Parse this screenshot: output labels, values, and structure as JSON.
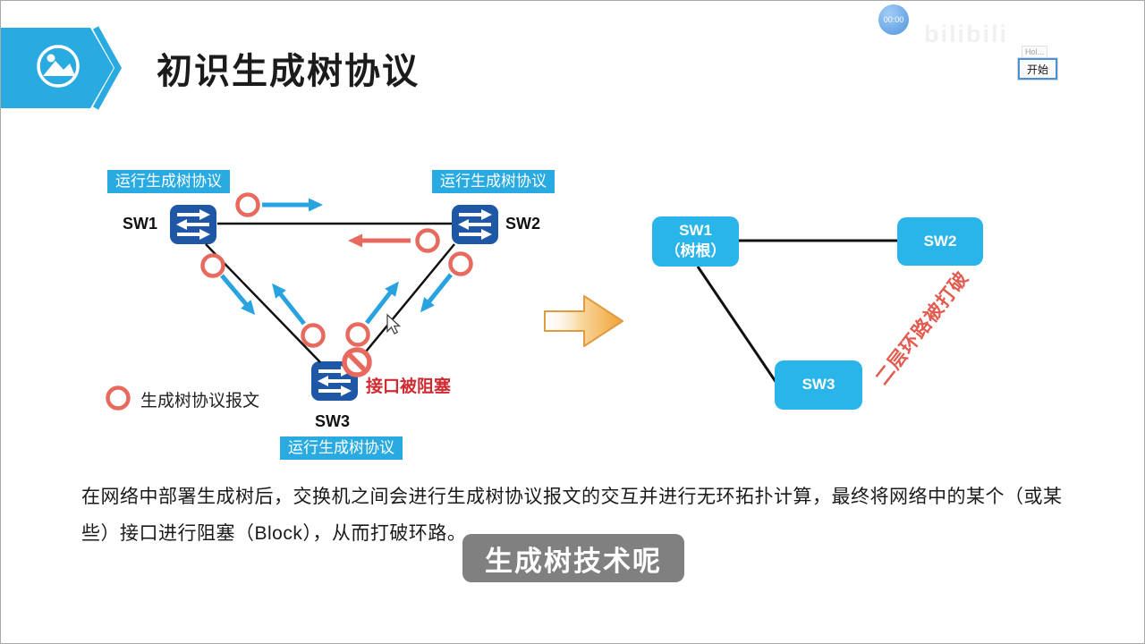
{
  "header": {
    "title": "初识生成树协议"
  },
  "timer": {
    "value": "00:00"
  },
  "widget": {
    "tooltip": "Hol...",
    "start_label": "开始"
  },
  "watermark": "bilibili",
  "left_diagram": {
    "sw1_tag": "运行生成树协议",
    "sw2_tag": "运行生成树协议",
    "sw3_tag": "运行生成树协议",
    "sw1_label": "SW1",
    "sw2_label": "SW2",
    "sw3_label": "SW3",
    "blocked_label": "接口被阻塞",
    "legend_label": "生成树协议报文"
  },
  "right_diagram": {
    "sw1_line1": "SW1",
    "sw1_line2": "（树根）",
    "sw2_label": "SW2",
    "sw3_label": "SW3",
    "loop_broken_label": "二层环路被打破"
  },
  "paragraph": {
    "line1": "在网络中部署生成树后，交换机之间会进行生成树协议报文的交互并进行无环拓扑计算，最终将网络中的某个（或某",
    "line2": "些）接口进行阻塞（Block），从而打破环路。"
  },
  "caption": "生成树技术呢",
  "colors": {
    "accent_cyan": "#29ABE2",
    "switch_blue": "#1D57A5",
    "packet_red": "#E86A5F",
    "blocked_text_red": "#CF2B31",
    "loop_text_red": "#E25B50",
    "arrow_cyan": "#29A3E0",
    "arrow_orange": "#F0A232",
    "caption_gray": "#7B7B7B"
  }
}
